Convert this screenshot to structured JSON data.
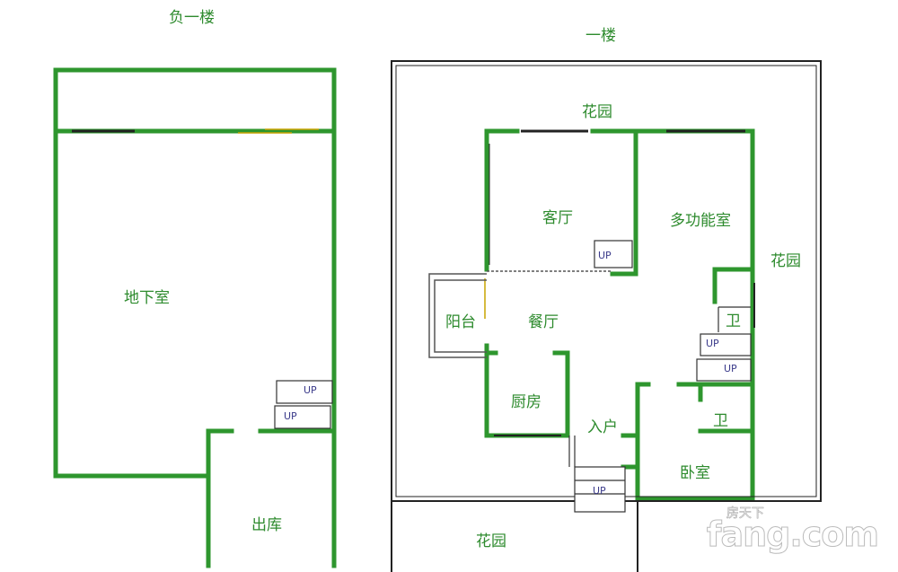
{
  "floors": {
    "basement": {
      "title": "负一楼",
      "rooms": {
        "basement": "地下室",
        "garage": "出库"
      },
      "stairs": [
        "UP",
        "UP"
      ]
    },
    "first": {
      "title": "一楼",
      "rooms": {
        "garden_top": "花园",
        "garden_right": "花园",
        "garden_bottom": "花园",
        "living": "客厅",
        "multi": "多功能室",
        "balcony": "阳台",
        "dining": "餐厅",
        "bath1": "卫",
        "bath2": "卫",
        "kitchen": "厨房",
        "entry": "入户",
        "bedroom": "卧室"
      },
      "stairs": [
        "UP",
        "UP",
        "UP",
        "UP"
      ]
    }
  },
  "watermark": {
    "text": "fang.com",
    "sub": "房天下"
  },
  "colors": {
    "wall": "#2e962e",
    "label": "#2e8b2e"
  }
}
